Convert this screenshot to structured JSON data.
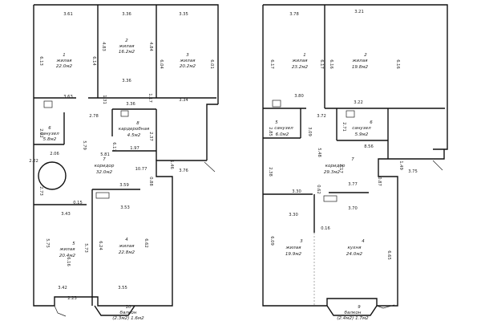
{
  "plan_left": {
    "rooms": [
      {
        "number": "1",
        "name": "жилая",
        "area": "22.0м2"
      },
      {
        "number": "2",
        "name": "жилая",
        "area": "16.2м2"
      },
      {
        "number": "3",
        "name": "жилая",
        "area": "20.2м2"
      },
      {
        "number": "6",
        "name": "санузел",
        "area": "5.8м2"
      },
      {
        "number": "8",
        "name": "кардеробная",
        "area": "4.5м2"
      },
      {
        "number": "7",
        "name": "коридор",
        "area": "32.0м2"
      },
      {
        "number": "5",
        "name": "жилая",
        "area": "20.4м2"
      },
      {
        "number": "4",
        "name": "жилая",
        "area": "22.8м2"
      },
      {
        "number": "10",
        "name": "балкон",
        "area": "(2.3м2) 1.6м2"
      }
    ],
    "dims": [
      "3.61",
      "3.36",
      "3.35",
      "6.13",
      "6.14",
      "4.83",
      "4.84",
      "6.04",
      "6.01",
      "3.36",
      "3.63",
      "1.31",
      "2.78",
      "3.36",
      "3.34",
      "1.17",
      "2.92",
      "5.79",
      "6.17",
      "2.37",
      "1.97",
      "2.06",
      "5.81",
      "2.22",
      "10.77",
      "1.46",
      "3.76",
      "2.73",
      "0.15",
      "3.59",
      "0.88",
      "3.43",
      "3.53",
      "5.75",
      "5.73",
      "6.24",
      "6.62",
      "6.16",
      "3.42",
      "2.23",
      "3.55"
    ]
  },
  "plan_right": {
    "rooms": [
      {
        "number": "1",
        "name": "жилая",
        "area": "23.2м2"
      },
      {
        "number": "2",
        "name": "жилая",
        "area": "19.8м2"
      },
      {
        "number": "5",
        "name": "санузел",
        "area": "6.0м2"
      },
      {
        "number": "6",
        "name": "санузел",
        "area": "5.9м2"
      },
      {
        "number": "7",
        "name": "коридор",
        "area": "29.3м2"
      },
      {
        "number": "3",
        "name": "жилая",
        "area": "19.9м2"
      },
      {
        "number": "4",
        "name": "кухня",
        "area": "24.0м2"
      },
      {
        "number": "9",
        "name": "балкон",
        "area": "(2.4м2) 1.7м2"
      }
    ],
    "dims": [
      "3.78",
      "3.21",
      "6.17",
      "6.17",
      "6.16",
      "6.16",
      "3.80",
      "3.22",
      "3.72",
      "2.71",
      "2.85",
      "3.09",
      "5.48",
      "8.56",
      "2.38",
      "2.17",
      "1.49",
      "3.75",
      "3.30",
      "0.62",
      "3.77",
      "0.87",
      "3.30",
      "3.70",
      "0.16",
      "6.09",
      "6.65"
    ]
  }
}
